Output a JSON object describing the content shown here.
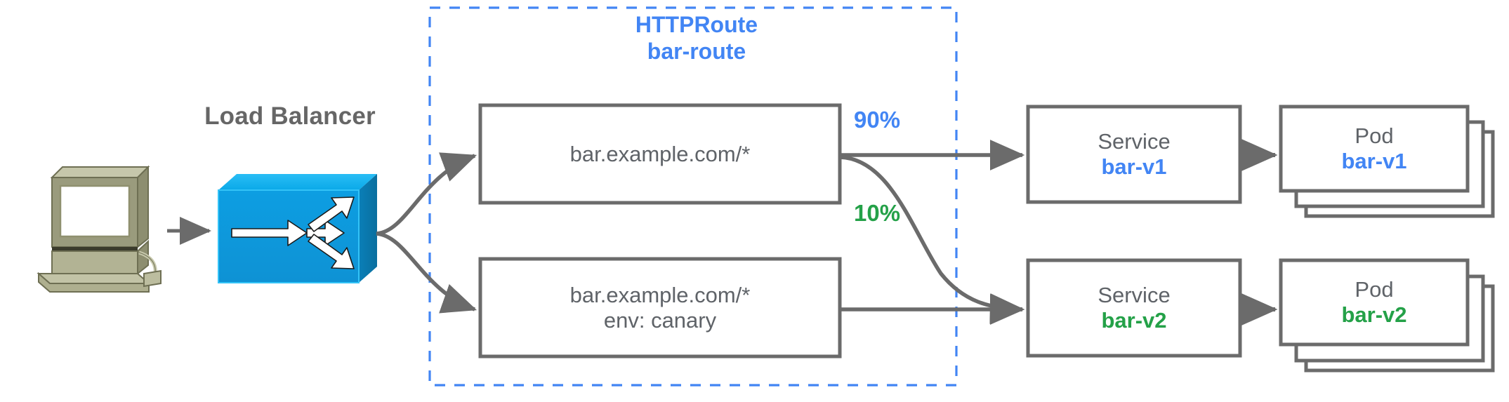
{
  "diagram": {
    "title_group": {
      "kind_label": "HTTPRoute",
      "name_label": "bar-route"
    },
    "load_balancer": {
      "label": "Load Balancer",
      "icon": "load-balancer-3d-box-icon",
      "color": "#0d9de0"
    },
    "client": {
      "icon": "desktop-computer-icon",
      "color": "#aaab8c"
    },
    "rules": [
      {
        "id": "rule-primary",
        "lines": [
          "bar.example.com/*"
        ]
      },
      {
        "id": "rule-canary",
        "lines": [
          "bar.example.com/*",
          "env: canary"
        ]
      }
    ],
    "weights": [
      {
        "id": "weight-90",
        "value": "90%",
        "color": "#4285f4"
      },
      {
        "id": "weight-10",
        "value": "10%",
        "color": "#24a148"
      }
    ],
    "services": [
      {
        "id": "service-bar-v1",
        "kind": "Service",
        "name": "bar-v1",
        "color": "#4285f4"
      },
      {
        "id": "service-bar-v2",
        "kind": "Service",
        "name": "bar-v2",
        "color": "#24a148"
      }
    ],
    "pods": [
      {
        "id": "pod-bar-v1",
        "kind": "Pod",
        "name": "bar-v1",
        "color": "#4285f4",
        "stack_count": 3
      },
      {
        "id": "pod-bar-v2",
        "kind": "Pod",
        "name": "bar-v2",
        "color": "#24a148",
        "stack_count": 3
      }
    ],
    "colors": {
      "stroke": "#6b6b6b",
      "dashed_boundary": "#4285f4",
      "text_gray": "#5f6368",
      "blue": "#4285f4",
      "green": "#24a148",
      "lb_blue": "#0d9de0",
      "computer_khaki": "#aaab8c"
    }
  }
}
